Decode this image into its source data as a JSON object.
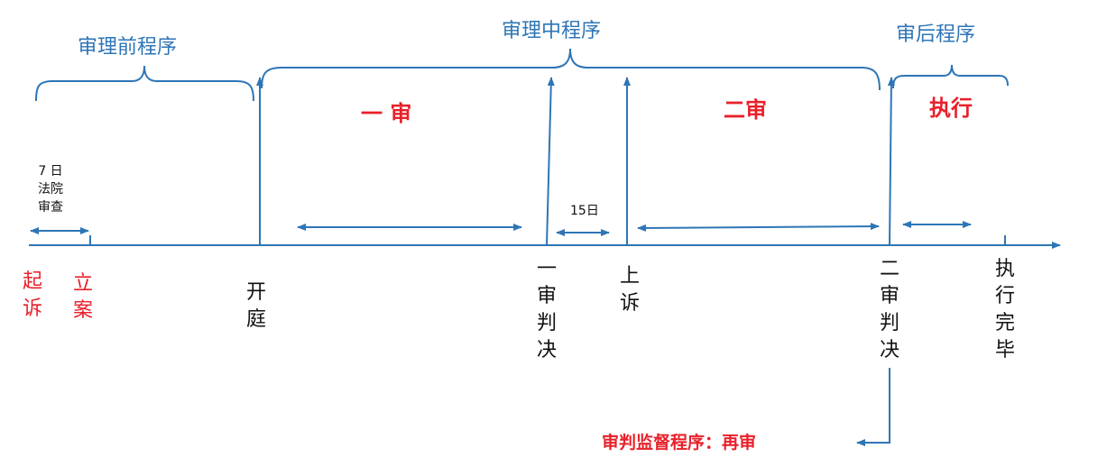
{
  "colors": {
    "line": "#2E75B6",
    "highlight": "#E8202A",
    "text": "#111111"
  },
  "phases": {
    "pretrial": "审理前程序",
    "trial": "审理中程序",
    "posttrial": "审后程序"
  },
  "stages": {
    "first_instance": "一 审",
    "second_instance": "二审",
    "execution": "执行"
  },
  "durations": {
    "court_review": "7 日\n法院\n审查",
    "appeal_period": "15日"
  },
  "timeline_events": {
    "prosecution": "起\n诉",
    "case_filing": "立\n案",
    "court_opening": "开\n庭",
    "first_judgment": "一\n审\n判\n决",
    "appeal": "上\n诉",
    "second_judgment": "二\n审\n判\n决",
    "execution_complete": "执\n行\n完\n毕"
  },
  "retrial": "审判监督程序：再审"
}
